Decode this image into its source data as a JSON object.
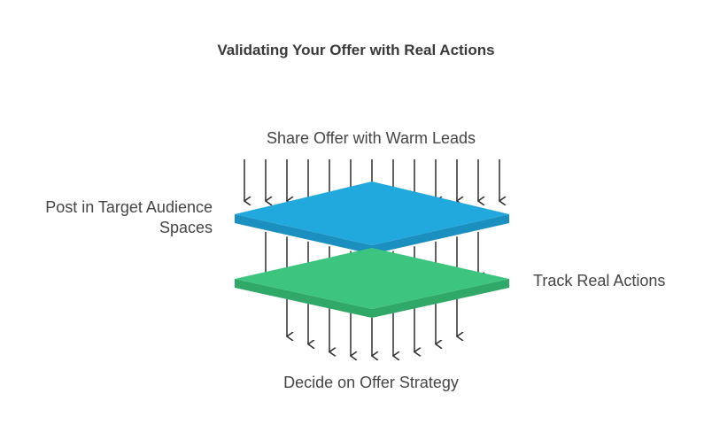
{
  "diagram": {
    "title": "Validating Your Offer with Real Actions",
    "labels": {
      "top": "Share Offer with Warm Leads",
      "left": "Post in Target Audience\nSpaces",
      "right": "Track Real Actions",
      "bottom": "Decide on Offer Strategy"
    },
    "layers": [
      {
        "name": "top-plane",
        "color": "#21a8dc",
        "side_color": "#1b8fc0"
      },
      {
        "name": "bottom-plane",
        "color": "#3dc47e",
        "side_color": "#2fa868"
      }
    ],
    "arrow_color": "#2e2e2e"
  }
}
